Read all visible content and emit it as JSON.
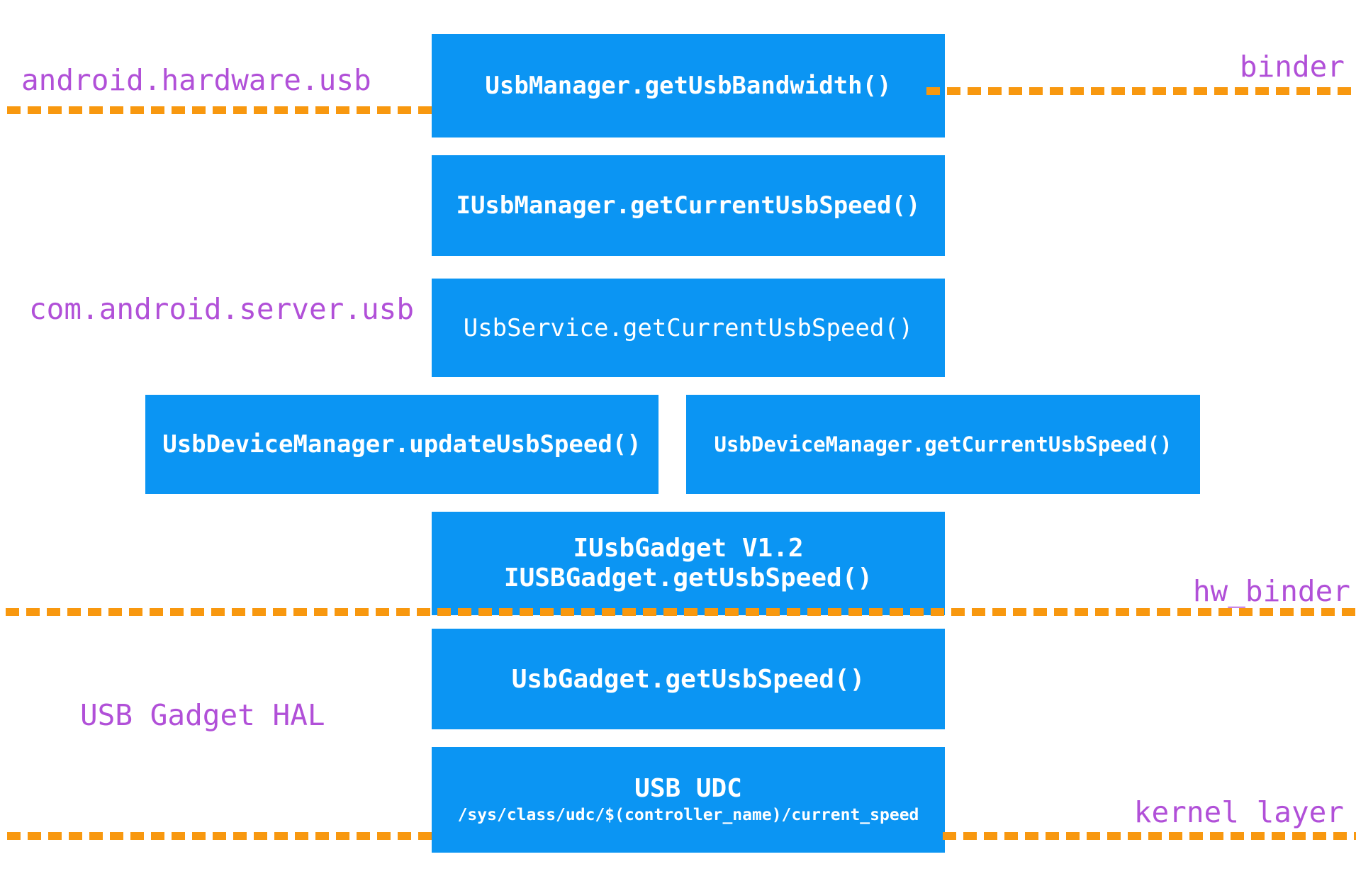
{
  "colors": {
    "box_blue": "#0b95f3",
    "dash_orange": "#f8980f",
    "label_purple": "#b150d8",
    "box_text_white": "#ffffff"
  },
  "labels": {
    "android_hardware_usb": "android.hardware.usb",
    "binder": "binder",
    "com_android_server_usb": "com.android.server.usb",
    "usb_gadget_hal": "USB Gadget HAL",
    "hw_binder": "hw_binder",
    "kernel_layer": "kernel layer"
  },
  "boxes": {
    "usb_manager": {
      "line1": "UsbManager.getUsbBandwidth()"
    },
    "iusb_manager": {
      "line1": "IUsbManager.getCurrentUsbSpeed()"
    },
    "usb_service": {
      "line1": "UsbService.getCurrentUsbSpeed()"
    },
    "usb_device_manager_update": {
      "line1": "UsbDeviceManager.updateUsbSpeed()"
    },
    "usb_device_manager_get": {
      "line1": "UsbDeviceManager.getCurrentUsbSpeed()"
    },
    "iusb_gadget": {
      "line1": "IUsbGadget V1.2",
      "line2": "IUSBGadget.getUsbSpeed()"
    },
    "usb_gadget": {
      "line1": "UsbGadget.getUsbSpeed()"
    },
    "usb_udc": {
      "line1": "USB UDC",
      "line2": "/sys/class/udc/$(controller_name)/current_speed"
    }
  }
}
